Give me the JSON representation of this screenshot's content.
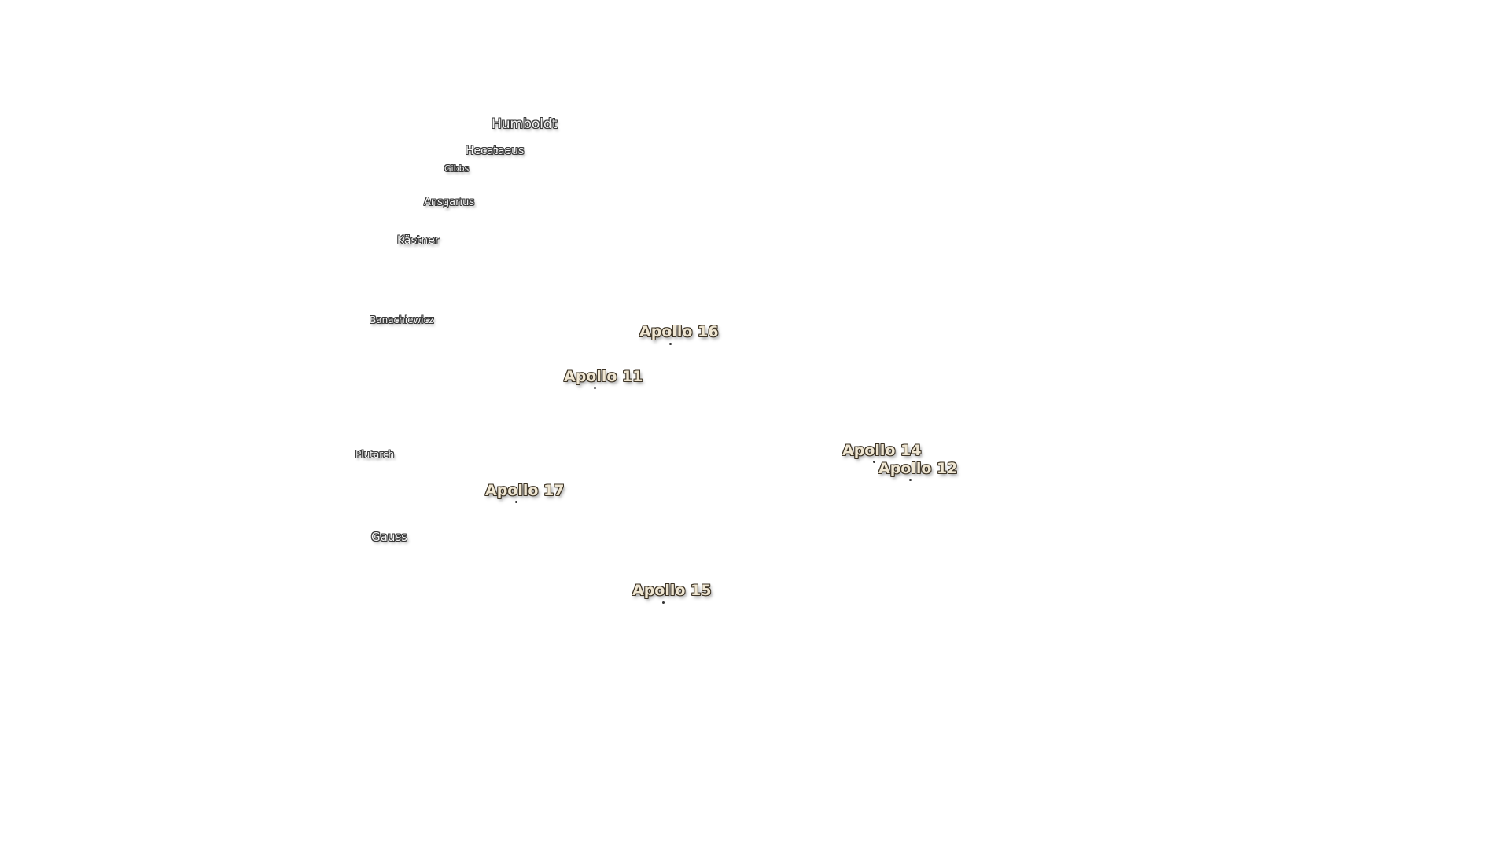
{
  "map": {
    "background": "#ffffff",
    "crater_labels": {
      "humboldt": "Humboldt",
      "hecataeus": "Hecataeus",
      "gibbs": "Gibbs",
      "ansgarius": "Ansgarius",
      "kastner": "Kästner",
      "banachiewicz": "Banachiewicz",
      "plutarch": "Plutarch",
      "gauss": "Gauss"
    },
    "landing_sites": {
      "apollo11": "Apollo 11",
      "apollo12": "Apollo 12",
      "apollo14": "Apollo 14",
      "apollo15": "Apollo 15",
      "apollo16": "Apollo 16",
      "apollo17": "Apollo 17"
    },
    "colors": {
      "crater_label": "#f4f4f4",
      "landing_label": "#efe6d2",
      "label_outline": "#3a3a3a"
    }
  }
}
